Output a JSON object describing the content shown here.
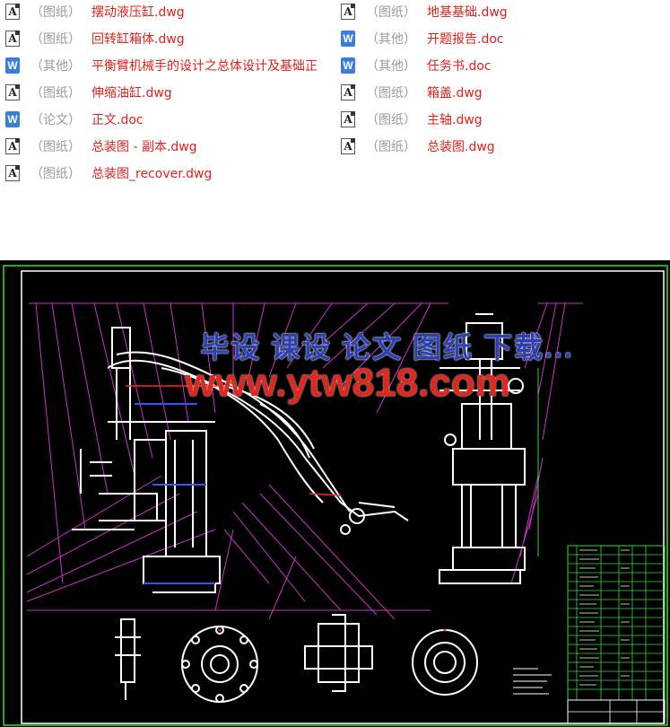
{
  "files": [
    {
      "category": "（图纸）",
      "name": "摆动液压缸.dwg",
      "type": "dwg"
    },
    {
      "category": "（图纸）",
      "name": "地基基础.dwg",
      "type": "dwg"
    },
    {
      "category": "（图纸）",
      "name": "回转缸箱体.dwg",
      "type": "dwg"
    },
    {
      "category": "（其他）",
      "name": "开题报告.doc",
      "type": "doc"
    },
    {
      "category": "（其他）",
      "name": "平衡臂机械手的设计之总体设计及基础正",
      "type": "doc"
    },
    {
      "category": "（其他）",
      "name": "任务书.doc",
      "type": "doc"
    },
    {
      "category": "（图纸）",
      "name": "伸缩油缸.dwg",
      "type": "dwg"
    },
    {
      "category": "（图纸）",
      "name": "箱盖.dwg",
      "type": "dwg"
    },
    {
      "category": "（论文）",
      "name": "正文.doc",
      "type": "doc"
    },
    {
      "category": "（图纸）",
      "name": "主轴.dwg",
      "type": "dwg"
    },
    {
      "category": "（图纸）",
      "name": "总装图 - 副本.dwg",
      "type": "dwg"
    },
    {
      "category": "（图纸）",
      "name": "总装图.dwg",
      "type": "dwg"
    },
    {
      "category": "（图纸）",
      "name": "总装图_recover.dwg",
      "type": "dwg"
    }
  ],
  "icons": {
    "dwg": "A",
    "doc": "W"
  },
  "watermark": {
    "line1": "毕设 课设 论文 图纸 下载...",
    "line2": "www.ytw818.com"
  },
  "colors": {
    "file_name": "#e0201b",
    "category": "#9a9a9a",
    "cad_background": "#000000",
    "cad_frame": "#33dd33",
    "leader_lines": "#cc33cc",
    "drawing_lines": "#ffffff"
  }
}
